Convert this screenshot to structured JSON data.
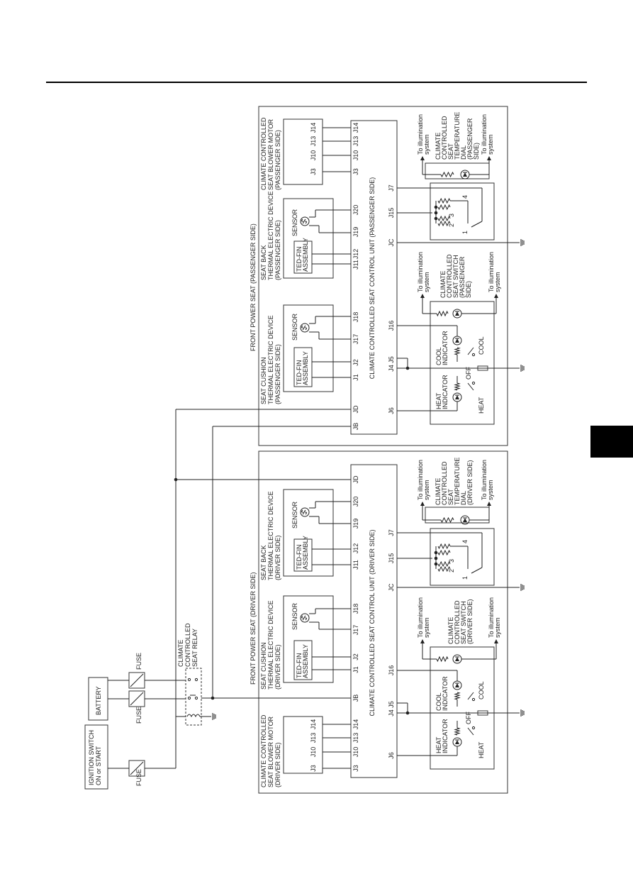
{
  "sections": {
    "front_passenger": "FRONT POWER SEAT (PASSENGER SIDE)",
    "front_driver": "FRONT POWER SEAT (DRIVER SIDE)"
  },
  "supply": {
    "ignition_switch": [
      "IGNITION SWITCH",
      "ON or START"
    ],
    "battery": "BATTERY",
    "fuse": "FUSE",
    "relay": [
      "CLIMATE",
      "CONTROLLED",
      "SEAT RELAY"
    ]
  },
  "passenger": {
    "cushion_device": [
      "SEAT CUSHION",
      "THERMAL ELECTRIC DEVICE",
      "(PASSENGER SIDE)"
    ],
    "back_device": [
      "SEAT BACK",
      "THERMAL ELECTRIC DEVICE",
      "(PASSENGER SIDE)"
    ],
    "blower_motor": [
      "CLIMATE CONTROLLED",
      "SEAT BLOWER MOTOR",
      "(PASSENGER SIDE)"
    ],
    "unit": "CLIMATE CONTROLLED SEAT CONTROL UNIT (PASSENGER SIDE)",
    "switch": [
      "CLIMATE",
      "CONTROLLED",
      "SEAT SWITCH",
      "(PASSENGER",
      "SIDE)"
    ],
    "dial": [
      "CLIMATE",
      "CONTROLLED",
      "SEAT",
      "TEMPERATURE",
      "DIAL",
      "(PASSENGER",
      "SIDE)"
    ]
  },
  "driver": {
    "cushion_device": [
      "SEAT CUSHION",
      "THERMAL ELECTRIC DEVICE",
      "(DRIVER SIDE)"
    ],
    "back_device": [
      "SEAT BACK",
      "THERMAL ELECTRIC DEVICE",
      "(DRIVER SIDE)"
    ],
    "blower_motor": [
      "CLIMATE CONTROLLED",
      "SEAT BLOWER MOTOR",
      "(DRIVER SIDE)"
    ],
    "unit": "CLIMATE CONTROLLED SEAT CONTROL UNIT (DRIVER SIDE)",
    "switch": [
      "CLIMATE",
      "CONTROLLED",
      "SEAT SWITCH",
      "(DRIVER SIDE)"
    ],
    "dial": [
      "CLIMATE",
      "CONTROLLED",
      "SEAT",
      "TEMPERATURE",
      "DIAL",
      "(DRIVER SIDE)"
    ]
  },
  "common": {
    "ted_fin": [
      "TED-FIN",
      "ASSEMBLY"
    ],
    "sensor": "SENSOR",
    "heat_indicator": [
      "HEAT",
      "INDICATOR"
    ],
    "cool_indicator": [
      "COOL",
      "INDICATOR"
    ],
    "heat": "HEAT",
    "off": "OFF",
    "cool": "COOL",
    "illumination": [
      "To illumination",
      "system"
    ],
    "dial_positions": [
      "1",
      "2",
      "3",
      "4"
    ]
  },
  "terminals": {
    "motor": [
      "J3",
      "J10",
      "J13",
      "J14"
    ],
    "cushion": [
      "J1",
      "J2",
      "J17",
      "J18"
    ],
    "back": [
      "J11",
      "J12",
      "J19",
      "J20"
    ],
    "power": [
      "JB",
      "JD",
      "JC"
    ],
    "switch": [
      "J6",
      "J4",
      "J5",
      "J16"
    ],
    "dial": [
      "J15",
      "J7"
    ]
  }
}
